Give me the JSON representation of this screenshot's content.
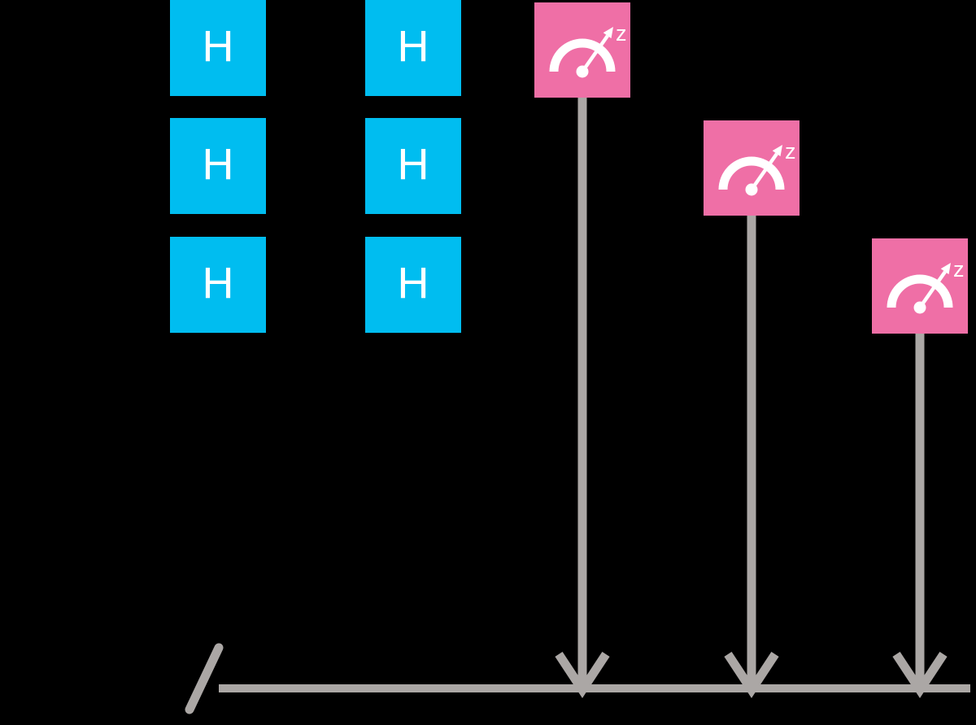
{
  "colors": {
    "background": "#000000",
    "hadamard_blue": "#00BDF0",
    "measurement_pink": "#EF6FA6",
    "wire_gray": "#ABA7A5",
    "glyph_white": "#FFFFFF"
  },
  "hadamard": {
    "label": "H",
    "count": 6,
    "columns": 2,
    "rows": 3
  },
  "measurement": {
    "axis_label": "z",
    "count": 3,
    "icon": "gauge-meter-icon"
  },
  "wires": {
    "arrow_count": 3,
    "has_bundle_slash": true,
    "direction": "down-to-classical-wire"
  }
}
